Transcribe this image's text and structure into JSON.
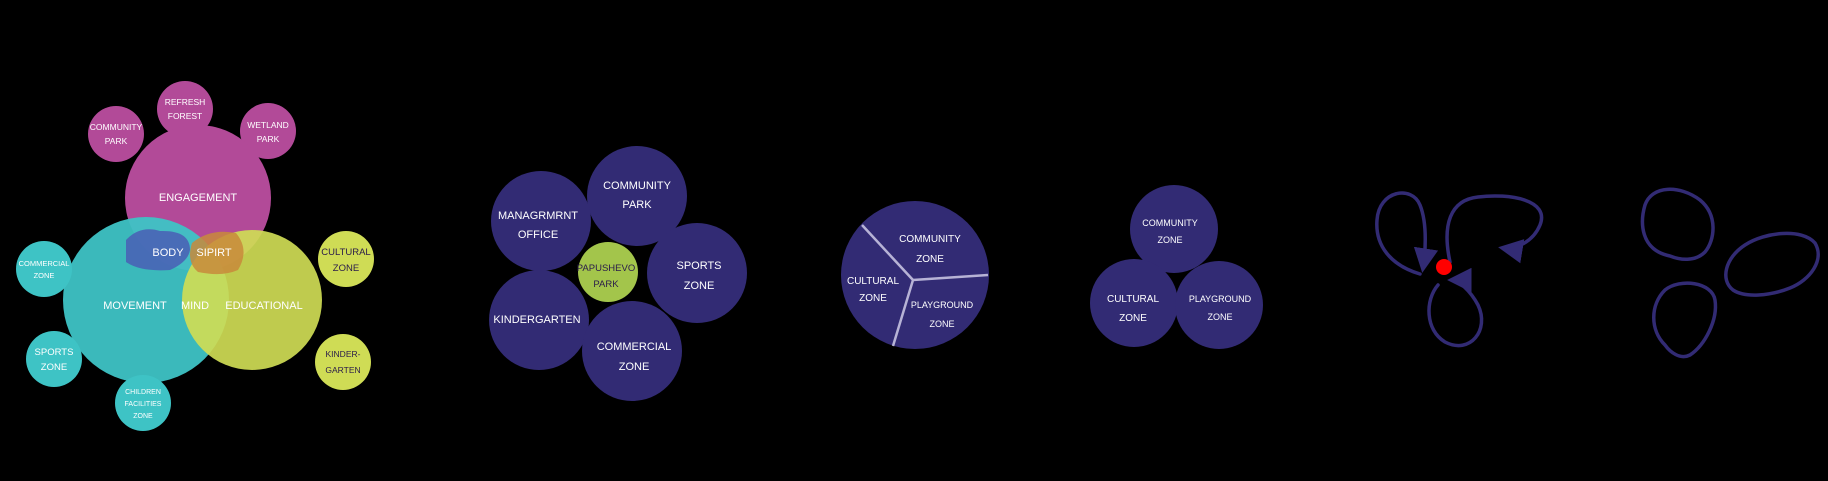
{
  "colors": {
    "background": "#000000",
    "magenta": "#b24a98",
    "teal": "#3ec3c5",
    "yellow_green": "#cfdc55",
    "navy": "#322b74",
    "olive_green": "#a3c54b",
    "red_dot": "#ff0000",
    "line_gray": "#b7b3d6"
  },
  "venn": {
    "engagement": "ENGAGEMENT",
    "movement": "MOVEMENT",
    "educational": "EDUCATIONAL",
    "body": "BODY",
    "spirit": "SIPIRT",
    "mind": "MIND",
    "satellites": {
      "community_park": [
        "COMMUNITY",
        "PARK"
      ],
      "refresh_forest": [
        "REFRESH",
        "FOREST"
      ],
      "wetland_park": [
        "WETLAND",
        "PARK"
      ],
      "commercial_zone": [
        "COMMERCIAL",
        "ZONE"
      ],
      "sports_zone": [
        "SPORTS",
        "ZONE"
      ],
      "children_facilities_zone": [
        "CHILDREN",
        "FACILITIES",
        "ZONE"
      ],
      "cultural_zone": [
        "CULTURAL",
        "ZONE"
      ],
      "kindergarten": [
        "KINDER-",
        "GARTEN"
      ]
    }
  },
  "cluster": {
    "management_office": [
      "MANAGRMRNT",
      "OFFICE"
    ],
    "community_park": [
      "COMMUNITY",
      "PARK"
    ],
    "sports_zone": [
      "SPORTS",
      "ZONE"
    ],
    "commercial_zone": [
      "COMMERCIAL",
      "ZONE"
    ],
    "kindergarten": [
      "KINDERGARTEN"
    ],
    "papushevo_park": [
      "PAPUSHEVO",
      "PARK"
    ]
  },
  "split_circle": {
    "community_zone": [
      "COMMUNITY",
      "ZONE"
    ],
    "cultural_zone": [
      "CULTURAL",
      "ZONE"
    ],
    "playground_zone": [
      "PLAYGROUND",
      "ZONE"
    ]
  },
  "trio": {
    "community_zone": [
      "COMMUNITY",
      "ZONE"
    ],
    "cultural_zone": [
      "CULTURAL",
      "ZONE"
    ],
    "playground_zone": [
      "PLAYGROUND",
      "ZONE"
    ]
  },
  "icons": {
    "arrows_diagram": "converging-loop-arrows-icon",
    "loops_diagram": "three-loops-icon"
  }
}
